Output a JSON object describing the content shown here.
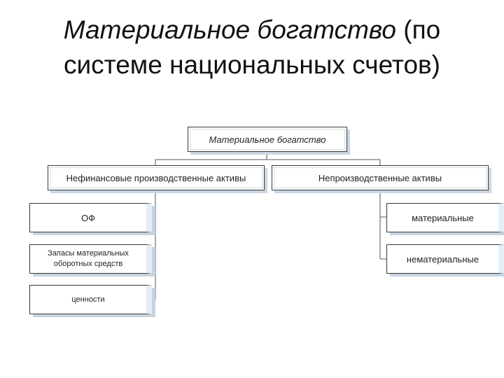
{
  "title": {
    "part_italic": "Материальное богатство",
    "part_regular": " (по системе национальных счетов)"
  },
  "diagram": {
    "root": "Материальное богатство",
    "left_branch": {
      "label": "Нефинансовые производственные активы",
      "children": [
        "ОФ",
        "Запасы материальных оборотных средств",
        "ценности"
      ]
    },
    "right_branch": {
      "label": "Непроизводственные активы",
      "children": [
        "материальные",
        "нематериальные"
      ]
    }
  }
}
